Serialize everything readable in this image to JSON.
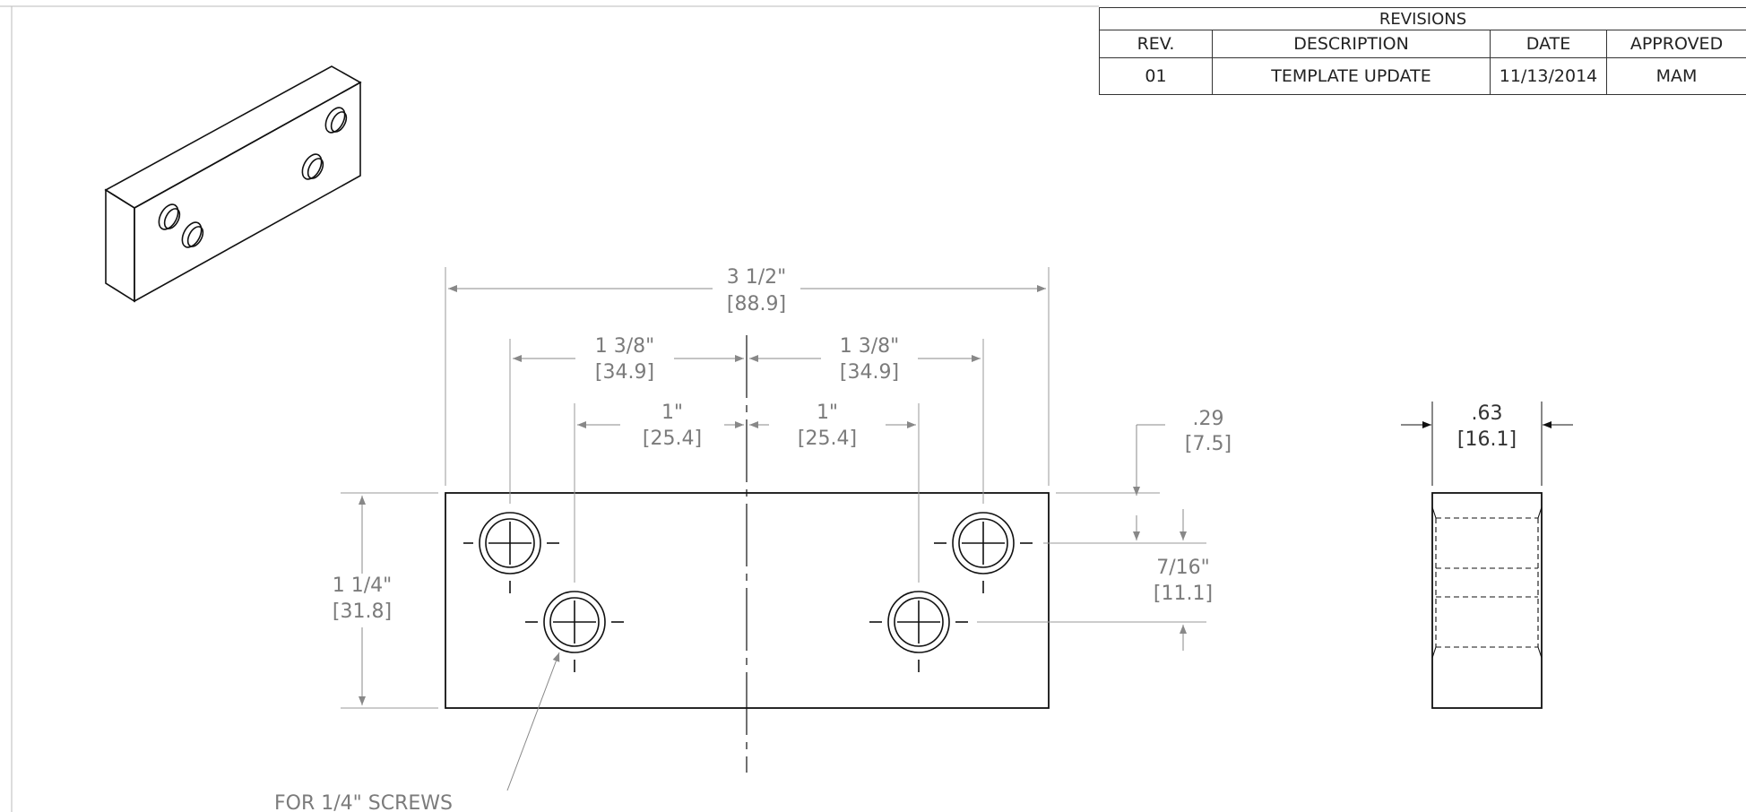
{
  "revisions": {
    "title": "REVISIONS",
    "headers": [
      "REV.",
      "DESCRIPTION",
      "DATE",
      "APPROVED"
    ],
    "rows": [
      [
        "01",
        "TEMPLATE UPDATE",
        "11/13/2014",
        "MAM"
      ]
    ]
  },
  "dimensions": {
    "overall_width": {
      "frac": "3 1/2\"",
      "mm": "[88.9]"
    },
    "hole_offset_outer_left": {
      "frac": "1 3/8\"",
      "mm": "[34.9]"
    },
    "hole_offset_outer_right": {
      "frac": "1 3/8\"",
      "mm": "[34.9]"
    },
    "hole_offset_inner_left": {
      "frac": "1\"",
      "mm": "[25.4]"
    },
    "hole_offset_inner_right": {
      "frac": "1\"",
      "mm": "[25.4]"
    },
    "top_offset": {
      "frac": ".29",
      "mm": "[7.5]"
    },
    "hole_spacing_vertical": {
      "frac": "7/16\"",
      "mm": "[11.1]"
    },
    "overall_height": {
      "frac": "1 1/4\"",
      "mm": "[31.8]"
    },
    "thickness": {
      "frac": ".63",
      "mm": "[16.1]"
    }
  },
  "note": "FOR 1/4\" SCREWS"
}
